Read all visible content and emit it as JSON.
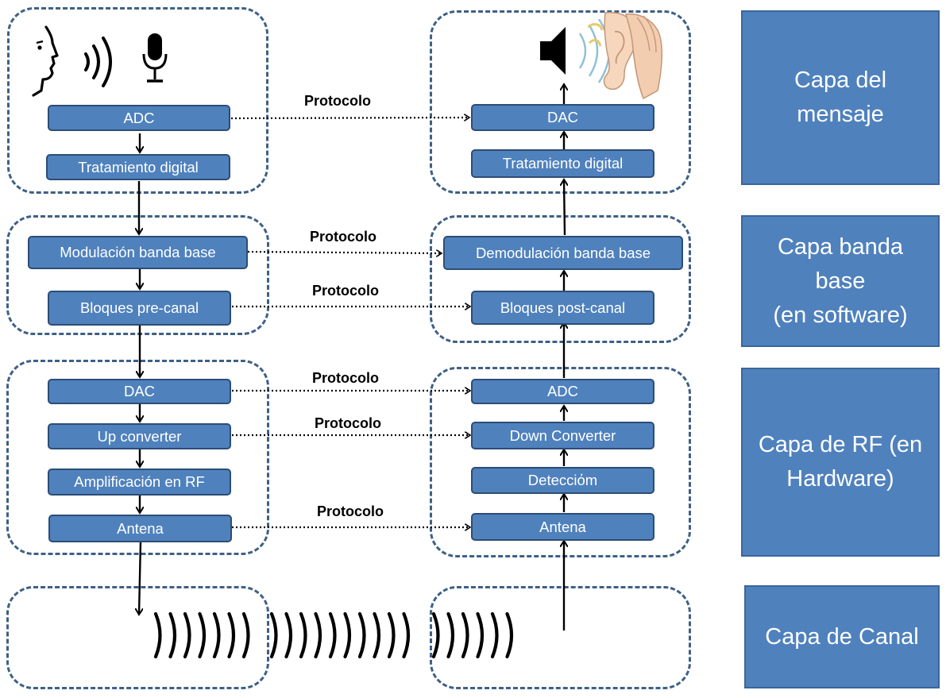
{
  "transmitter": {
    "adc": "ADC",
    "tratamiento": "Tratamiento digital",
    "modulacion": "Modulación  banda base",
    "bloques": "Bloques pre-canal",
    "dac": "DAC",
    "up": "Up converter",
    "amplificacion": "Amplificación en RF",
    "antena": "Antena"
  },
  "receiver": {
    "dac": "DAC",
    "tratamiento": "Tratamiento digital",
    "demodulacion": "Demodulación banda base",
    "bloques": "Bloques post-canal",
    "adc": "ADC",
    "down": "Down Converter",
    "deteccion": "Detecciόm",
    "antena": "Antena"
  },
  "protocol_labels": [
    "Protocolo",
    "Protocolo",
    "Protocolo",
    "Protocolo",
    "Protocolo",
    "Protocolo"
  ],
  "layers": {
    "mensaje": [
      "Capa del",
      "mensaje"
    ],
    "banda_base": [
      "Capa banda",
      "base",
      "(en software)"
    ],
    "rf": [
      "Capa de RF (en",
      "Hardware)"
    ],
    "canal": [
      "Capa de Canal"
    ]
  },
  "icons": [
    "speaking-face-icon",
    "sound-waves-icon",
    "microphone-icon",
    "speaker-icon",
    "ear-hand-icon",
    "radio-waves-icon"
  ],
  "colors": {
    "block_fill": "#4f81bd",
    "block_border": "#2c4d75",
    "group_border": "#3e6085",
    "text_light": "#ffffff"
  }
}
